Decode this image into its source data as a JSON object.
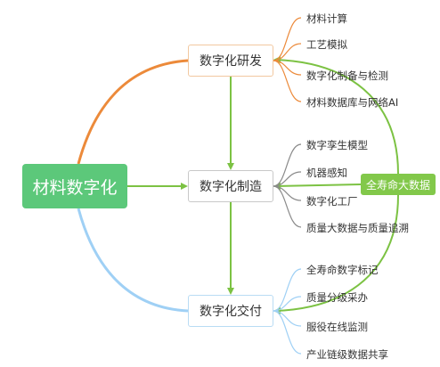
{
  "root": {
    "label": "材料数字化"
  },
  "stages": [
    {
      "key": "rd",
      "label": "数字化研发",
      "items": [
        "材料计算",
        "工艺模拟",
        "数字化制备与检测",
        "材料数据库与网络AI"
      ]
    },
    {
      "key": "mfg",
      "label": "数字化制造",
      "items": [
        "数字孪生模型",
        "机器感知",
        "数字化工厂",
        "质量大数据与质量追溯"
      ]
    },
    {
      "key": "dlv",
      "label": "数字化交付",
      "items": [
        "全寿命数字标记",
        "质量分级采办",
        "服役在线监测",
        "产业链级数据共享"
      ]
    }
  ],
  "badge": {
    "label": "全寿命大数据"
  },
  "colors": {
    "root_fill": "#5cc87a",
    "badge_fill": "#82c84a",
    "flow_arrow": "#7cc243",
    "root_to_rd": "#ec8a3a",
    "root_to_dlv": "#9fd0f5",
    "brace_rd": "#ec8a3a",
    "brace_mfg": "#8a8a8a",
    "brace_dlv": "#9fd0f5"
  }
}
